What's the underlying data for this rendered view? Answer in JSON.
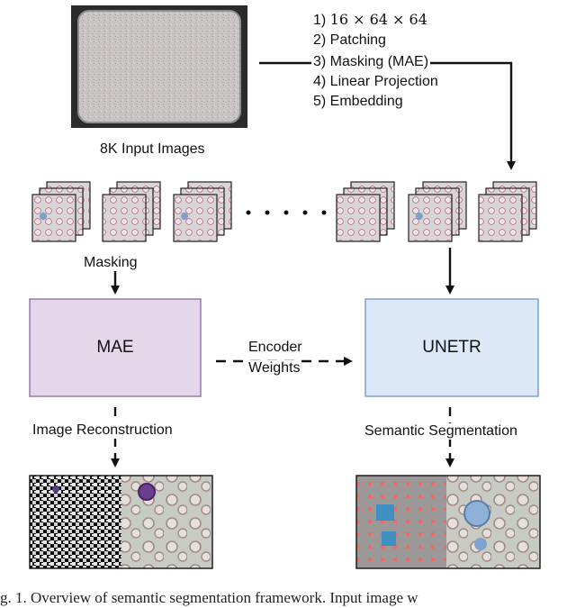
{
  "steps": [
    "1) ",
    "16 × 64 × 64",
    "2) Patching",
    "3) Masking (MAE)",
    "4) Linear Projection",
    "5) Embedding"
  ],
  "input_label": "8K Input Images",
  "masking_label": "Masking",
  "mae_label": "MAE",
  "unetr_label": "UNETR",
  "encoder_label_line1": "Encoder",
  "encoder_label_line2": "Weights",
  "recon_label": "Image Reconstruction",
  "seg_label": "Semantic Segmentation",
  "caption": "g. 1.   Overview of semantic segmentation framework. Input image w",
  "colors": {
    "mae_fill": "#e6d6ea",
    "mae_stroke": "#9a7bb0",
    "unetr_fill": "#dce8f8",
    "unetr_stroke": "#7f9fcf"
  }
}
